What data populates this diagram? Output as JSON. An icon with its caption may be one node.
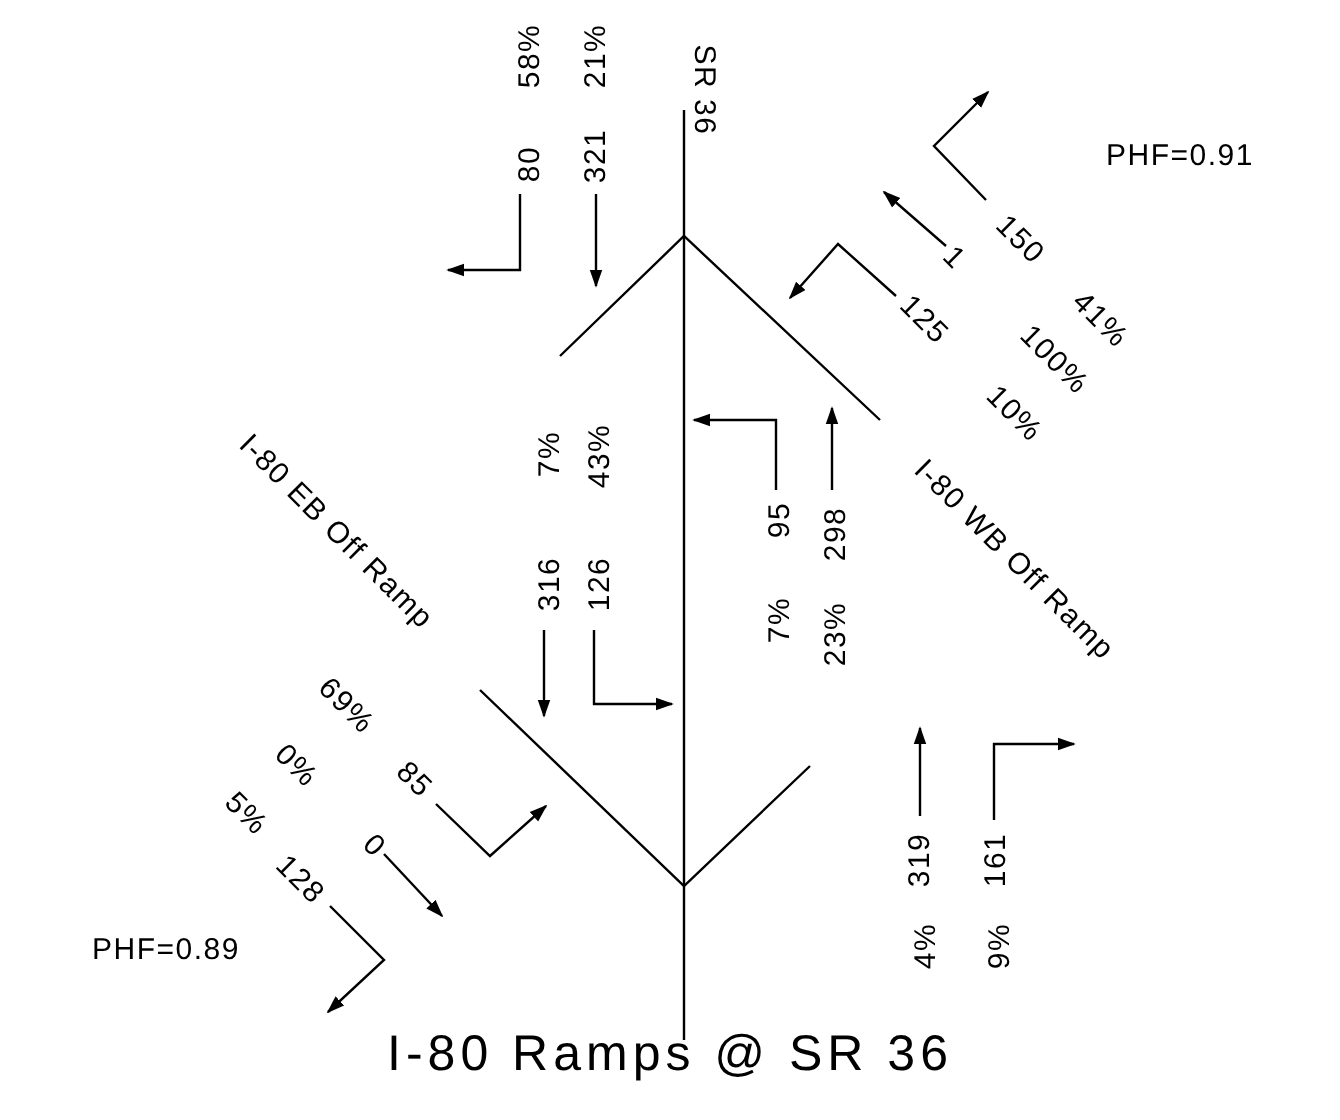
{
  "diagram": {
    "title": "I-80 Ramps @ SR 36",
    "labels": [
      "SR 36",
      "58%",
      "80",
      "21%",
      "321",
      "PHF=0.91",
      "150",
      "41%",
      "1",
      "100%",
      "125",
      "10%",
      "I-80 WB Off Ramp",
      "I-80 EB Off Ramp",
      "7%",
      "316",
      "43%",
      "126",
      "95",
      "7%",
      "298",
      "23%",
      "69%",
      "85",
      "0%",
      "0",
      "5%",
      "128",
      "PHF=0.89",
      "319",
      "4%",
      "161",
      "9%"
    ]
  }
}
